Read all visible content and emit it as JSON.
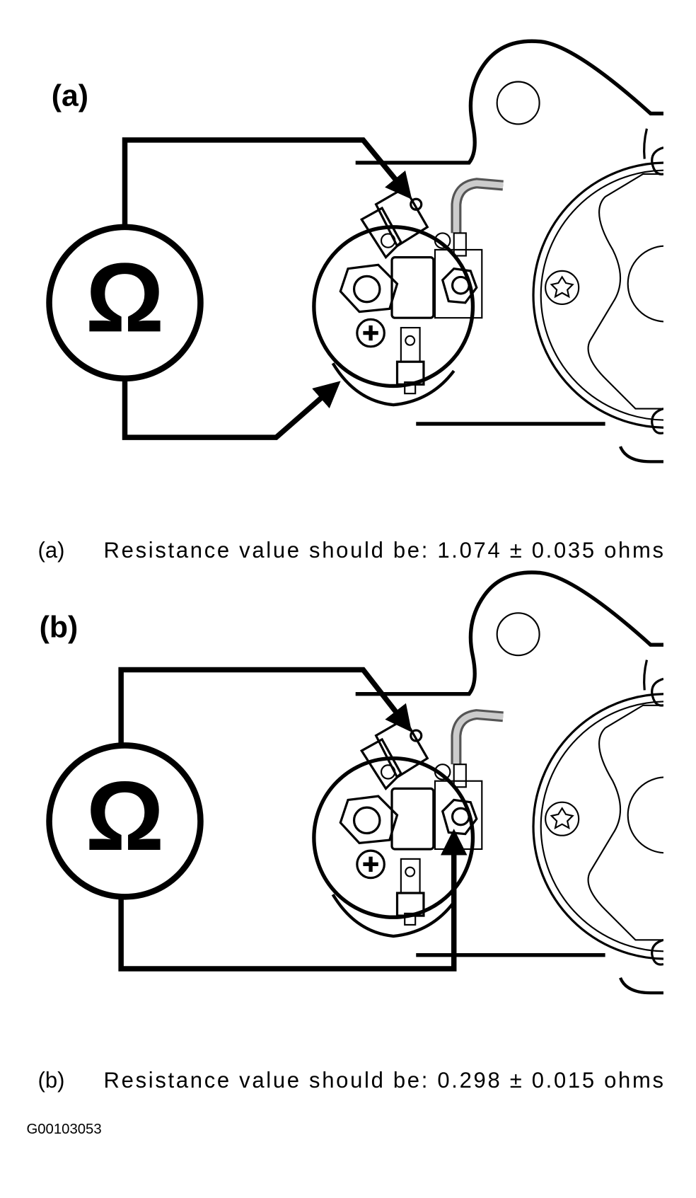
{
  "panels": [
    {
      "label": "(a)",
      "caption_prefix": "(a)",
      "caption": "Resistance value should be: 1.074 ± 0.035 ohms",
      "meter_symbol": "Ω"
    },
    {
      "label": "(b)",
      "caption_prefix": "(b)",
      "caption": "Resistance value should be: 0.298 ± 0.015 ohms",
      "meter_symbol": "Ω"
    }
  ],
  "figure_code": "G00103053"
}
